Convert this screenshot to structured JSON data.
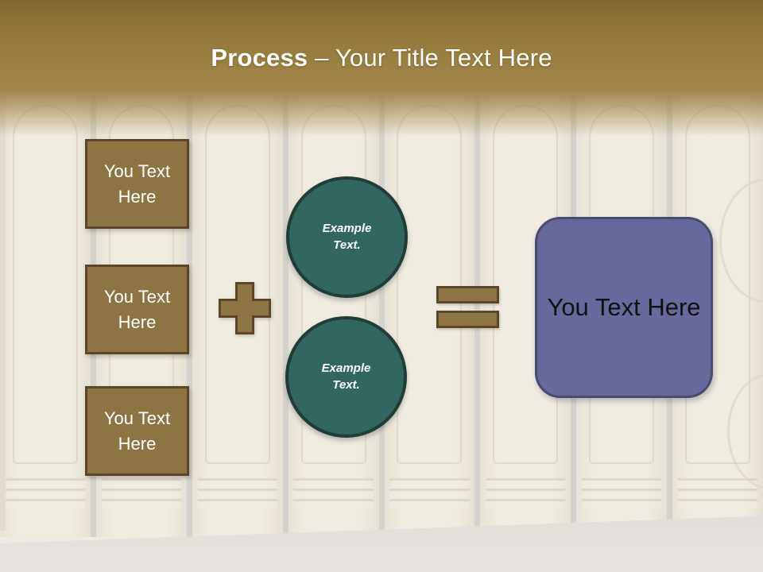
{
  "slide": {
    "title": {
      "bold": "Process",
      "rest": " – Your Title Text Here"
    }
  },
  "diagram": {
    "input_boxes": [
      {
        "label": "You Text Here"
      },
      {
        "label": "You Text Here"
      },
      {
        "label": "You Text Here"
      }
    ],
    "plus_icon": "plus",
    "example_circles": [
      {
        "label": "Example Text."
      },
      {
        "label": "Example Text."
      }
    ],
    "equals_icon": "equals",
    "result_box": {
      "label": "You Text Here"
    }
  },
  "colors": {
    "header_gold": "#9a8041",
    "gold_fill": "#8c7443",
    "gold_border": "#5a472a",
    "teal_fill": "#326760",
    "teal_border": "#203d38",
    "purple_fill": "#67699d",
    "purple_border": "#494b70",
    "title_text": "#ffffff",
    "result_text": "#111111"
  }
}
